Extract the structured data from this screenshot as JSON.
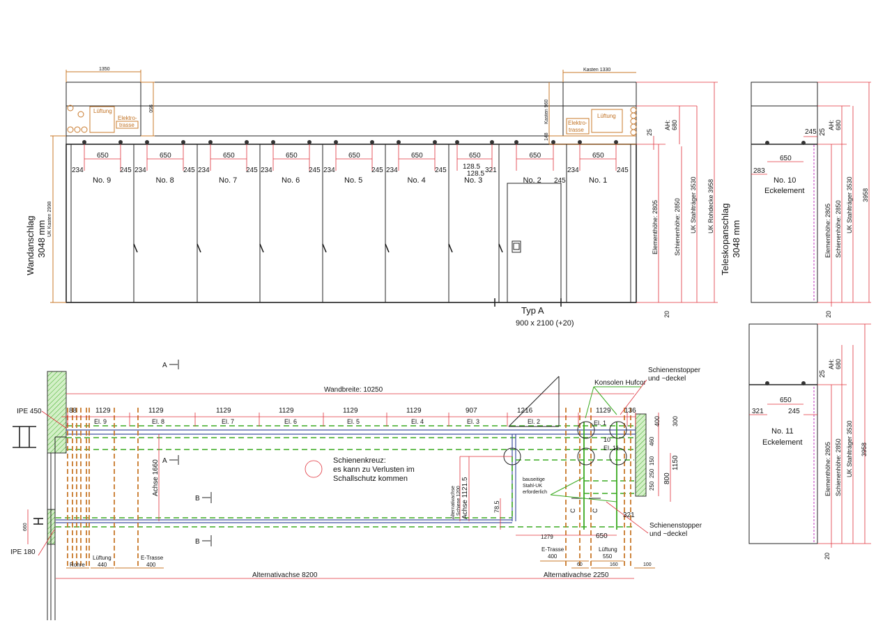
{
  "elevation": {
    "kasten_left_width": "1350",
    "kasten_left_height": "950",
    "luftung": "Lüftung",
    "elektro_1": "Elektro-",
    "elektro_2": "trasse",
    "kasten_right_width": "Kasten 1330",
    "kasten_right_height": "Kasten 960",
    "dim_148": "148",
    "elements": [
      "No. 9",
      "No. 8",
      "No. 7",
      "No. 6",
      "No. 5",
      "No. 4",
      "No. 3",
      "No. 2",
      "No. 1"
    ],
    "dim_650": "650",
    "dim_234": "234",
    "dim_245": "245",
    "dim_128_5": "128.5",
    "dim_321": "321",
    "wandanschlag": "Wandanschlag",
    "wand_mm": "3048  mm",
    "uk_kasten": "UK Kasten 2998",
    "door_type": "Typ A",
    "door_size": "900  x  2100 (+20)",
    "dim_25": "25",
    "ah": "AH:",
    "ah_value": "680",
    "elementhoehe": "Elementhöhe:  2805",
    "schienenhoehe": "Schienenhöhe:  2850",
    "uk_stahltraeger": "UK Stahlträger 3530",
    "uk_rohdecke": "UK Rohdecke 3958",
    "dim_20": "20",
    "teleskop": "Teleskopanschlag",
    "teleskop_mm": "3048  mm"
  },
  "corner10": {
    "dim_245": "245",
    "dim_25": "25",
    "ah": "AH:",
    "ah_value": "680",
    "dim_650": "650",
    "dim_283": "283",
    "name": "No. 10",
    "type": "Eckelement",
    "elementhoehe": "Elementhöhe:  2805",
    "schienenhoehe": "Schienenhöhe:  2850",
    "uk_stahltraeger": "UK Stahlträger 3530",
    "total": "3958",
    "dim_20": "20"
  },
  "corner11": {
    "dim_25": "25",
    "ah": "AH:",
    "ah_value": "680",
    "dim_650": "650",
    "dim_321": "321",
    "dim_245": "245",
    "name": "No. 11",
    "type": "Eckelement",
    "elementhoehe": "Elementhöhe:  2805",
    "schienenhoehe": "Schienenhöhe:  2850",
    "uk_stahltraeger": "UK Stahlträger 3530",
    "total": "3958",
    "dim_20": "20"
  },
  "plan": {
    "section_a": "A",
    "section_b": "B",
    "section_c": "C",
    "wandbreite": "Wandbreite: 10250",
    "ipe450": "IPE 450",
    "ipe180": "IPE 180",
    "dim_660": "660",
    "dims": [
      "88",
      "1129",
      "1129",
      "1129",
      "1129",
      "1129",
      "1129",
      "907",
      "1216",
      "1129",
      "136"
    ],
    "elements": [
      "El. 9",
      "El. 8",
      "El. 7",
      "El. 6",
      "El. 5",
      "El. 4",
      "El. 3",
      "El. 2",
      "El. 1",
      "10",
      "El. 11"
    ],
    "achse_1660": "Achse 1660",
    "schienenkreuz_1": "Schienenkreuz:",
    "schienenkreuz_2": "es kann zu Verlusten im",
    "schienenkreuz_3": "Schallschutz kommen",
    "alt_achse_1": "Alternativachse",
    "alt_achse_2": "Schiene 1200",
    "achse_1121": "Achse 1121.5",
    "dim_78_5": "78.5",
    "konsolen": "Konsolen Hufcor",
    "stopper_1": "Schienenstopper",
    "stopper_2": "und ~deckel",
    "stahl_1": "bauseitige",
    "stahl_2": "Stahl-UK",
    "stahl_3": "erforderlich",
    "right_dims": [
      "400",
      "300",
      "460",
      "150",
      "250",
      "250",
      "1150",
      "800",
      "321"
    ],
    "dim_1279": "1279",
    "dim_650": "650",
    "rohre": "Rohre",
    "luftung": "Lüftung",
    "luftung_440": "440",
    "etrasse": "E-Trasse",
    "etrasse_400": "400",
    "etrasse_r": "E-Trasse",
    "etrasse_r_400": "400",
    "luftung_r": "Lüftung",
    "luftung_r_550": "550",
    "dim_60": "60",
    "dim_160": "160",
    "dim_100": "100",
    "alt_8200": "Alternativachse 8200",
    "alt_2250": "Alternativachse 2250"
  }
}
